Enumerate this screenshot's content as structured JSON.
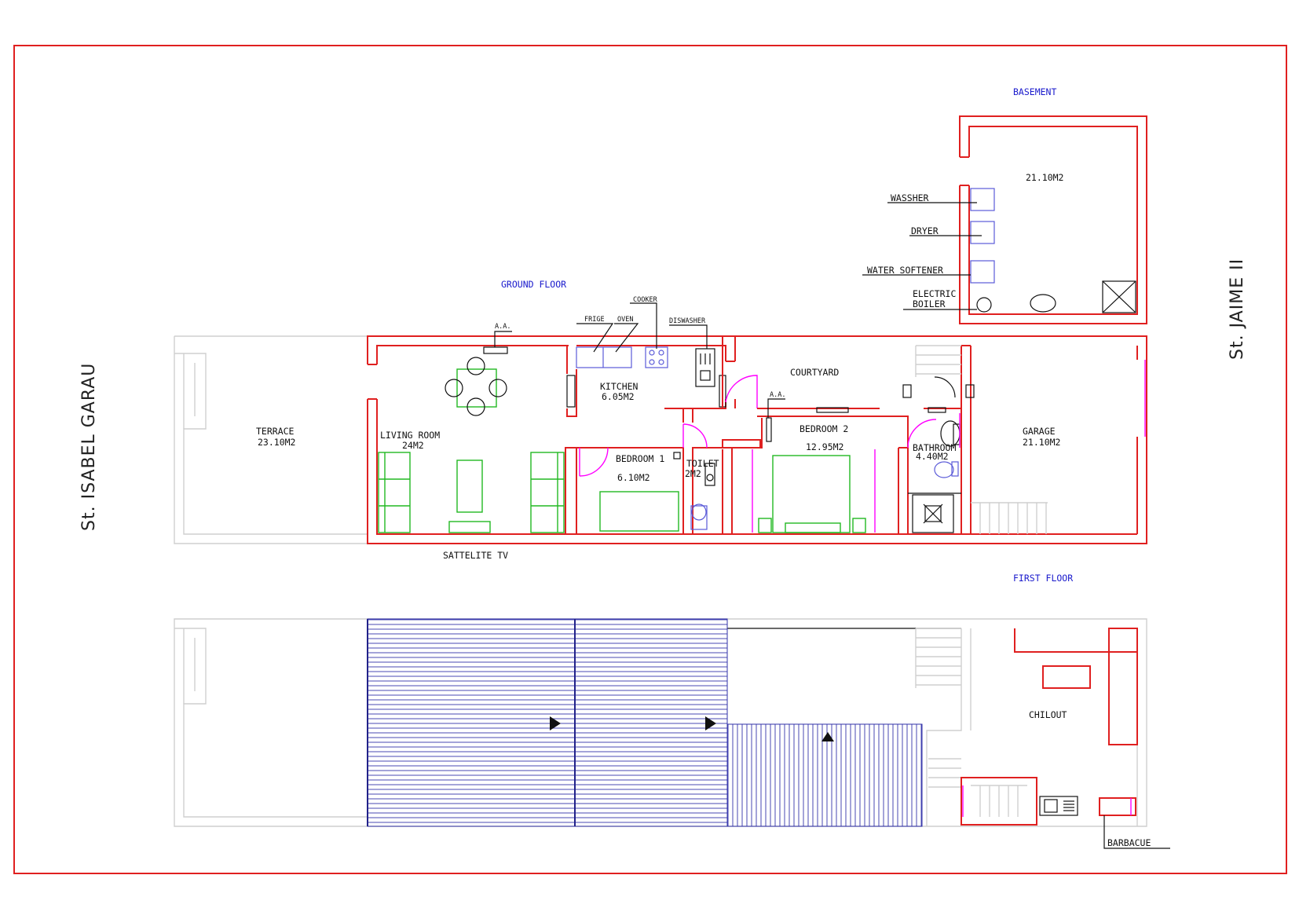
{
  "floors": {
    "basement": "BASEMENT",
    "ground": "GROUND FLOOR",
    "first": "FIRST FLOOR"
  },
  "streets": {
    "left": "St. ISABEL GARAU",
    "right": "St. JAIME II"
  },
  "rooms": {
    "terrace": {
      "name": "TERRACE",
      "area": "23.10M2"
    },
    "living": {
      "name": "LIVING ROOM",
      "area": "24M2"
    },
    "kitchen": {
      "name": "KITCHEN",
      "area": "6.05M2"
    },
    "bedroom1": {
      "name": "BEDROOM 1",
      "area": "6.10M2"
    },
    "toilet": {
      "name": "TOILET",
      "area": "2M2"
    },
    "courtyard": {
      "name": "COURTYARD"
    },
    "bedroom2": {
      "name": "BEDROOM 2",
      "area": "12.95M2"
    },
    "bathroom": {
      "name": "BATHROOM",
      "area": "4.40M2"
    },
    "garage": {
      "name": "GARAGE",
      "area": "21.10M2"
    },
    "basement": {
      "area": "21.10M2"
    },
    "chillout": {
      "name": "CHILOUT"
    }
  },
  "appliances": {
    "washer": "WASSHER",
    "dryer": "DRYER",
    "softener": "WATER SOFTENER",
    "boiler_1": "ELECTRIC",
    "boiler_2": "BOILER",
    "fridge": "FRIGE",
    "oven": "OVEN",
    "cooker": "COOKER",
    "dishwasher": "DISWASHER",
    "aa_1": "A.A.",
    "aa_2": "A.A.",
    "tv": "SATTELITE TV",
    "barbecue": "BARBACUE"
  },
  "colors": {
    "frame": "#e02020",
    "walls": "#e02020",
    "furniture": "#22b822",
    "doors": "#ff00ff",
    "floor_labels": "#1a1acc",
    "hatch": "#3333aa"
  }
}
